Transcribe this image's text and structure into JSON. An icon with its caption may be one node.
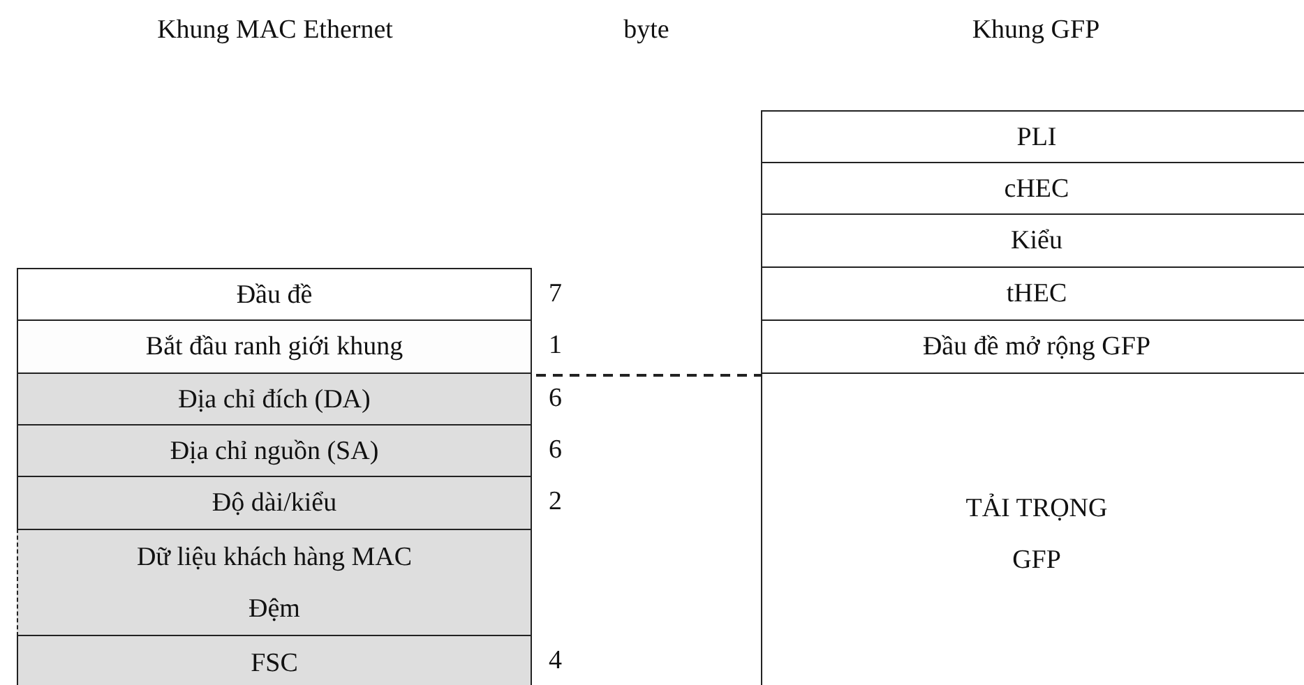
{
  "diagram": {
    "nodes": [
      {
        "text": [
          "Đầu đề"
        ],
        "beside": [
          "7"
        ]
      },
      {
        "text": [
          "Bắt đầu ranh giới khung"
        ],
        "beside": [
          "1"
        ]
      },
      {
        "text": [
          "Địa chỉ đích (DA)"
        ],
        "beside": [
          "6"
        ]
      },
      {
        "text": [
          "Địa chỉ nguồn (SA)"
        ],
        "beside": [
          "6"
        ]
      },
      {
        "text": [
          "Độ dài/kiểu"
        ],
        "beside": [
          "2"
        ]
      },
      {
        "text": [
          "Dữ liệu khách hàng MAC",
          "Đệm"
        ]
      },
      {
        "text": [
          "FSC"
        ],
        "beside": [
          "4"
        ]
      },
      {
        "text": [
          "PLI"
        ]
      },
      {
        "text": [
          "cHEC"
        ]
      },
      {
        "text": [
          "Kiểu"
        ]
      },
      {
        "text": [
          "tHEC"
        ]
      },
      {
        "text": [
          "Đầu đề mở rộng GFP"
        ]
      },
      {
        "text": [
          "TẢI TRỌNG GFP"
        ]
      }
    ],
    "edges": [],
    "labels": [
      "Khung MAC Ethernet",
      "byte",
      "Khung GFP"
    ]
  }
}
